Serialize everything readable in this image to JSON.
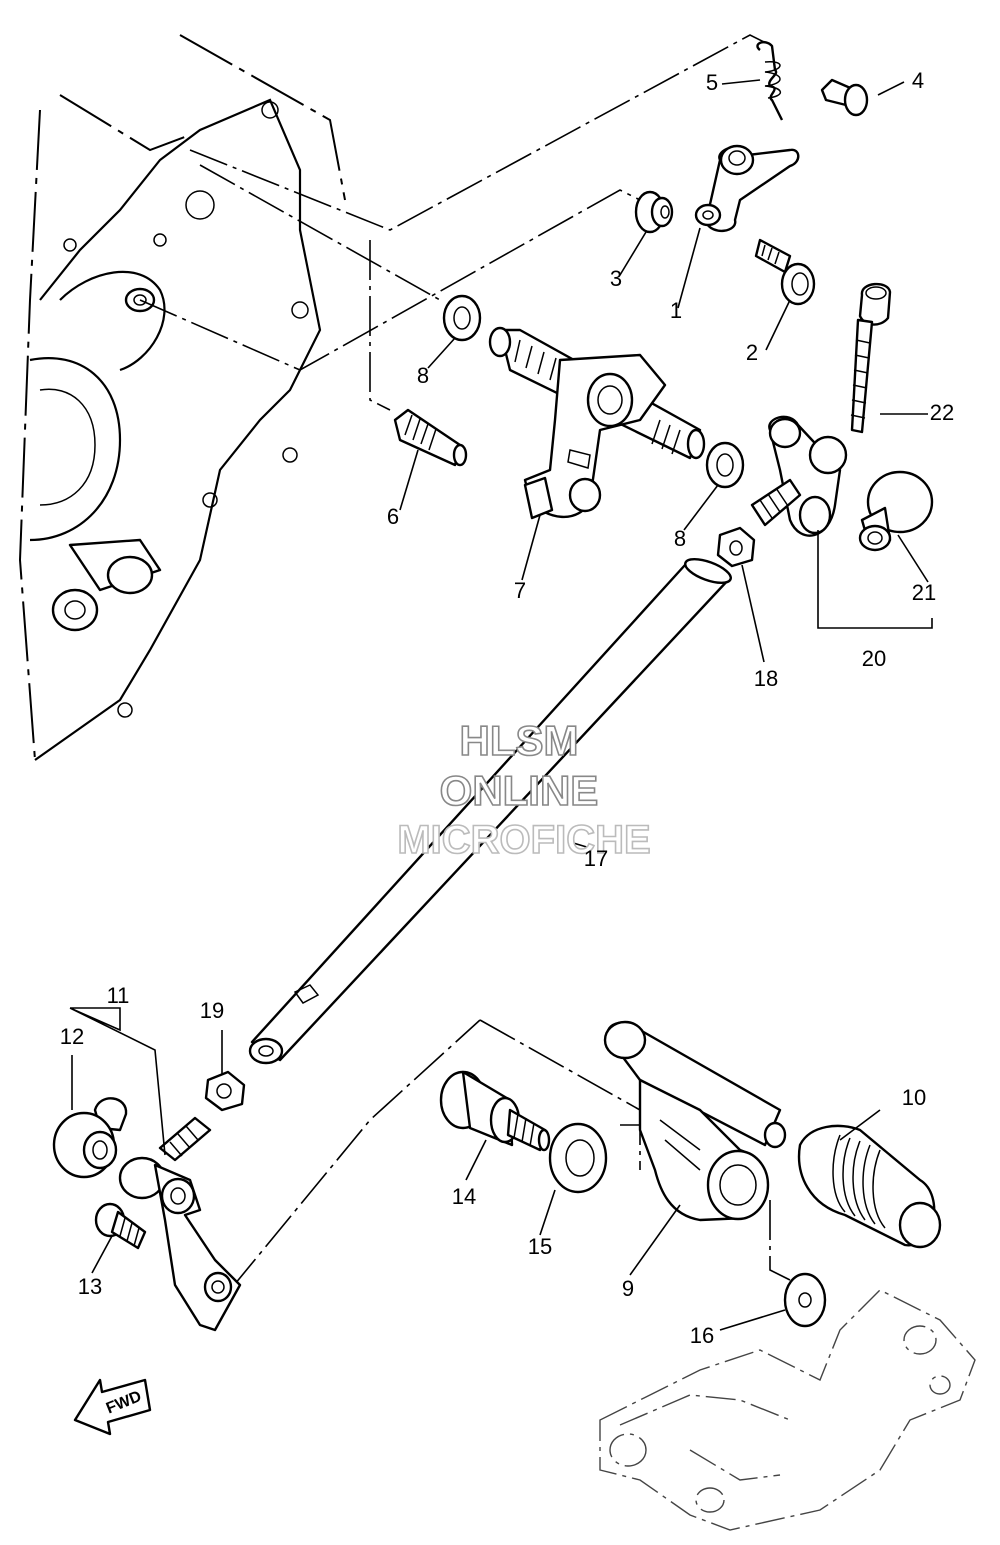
{
  "diagram": {
    "callouts": [
      {
        "id": "1",
        "text": "1"
      },
      {
        "id": "2",
        "text": "2"
      },
      {
        "id": "3",
        "text": "3"
      },
      {
        "id": "4",
        "text": "4"
      },
      {
        "id": "5",
        "text": "5"
      },
      {
        "id": "6",
        "text": "6"
      },
      {
        "id": "7",
        "text": "7"
      },
      {
        "id": "8a",
        "text": "8"
      },
      {
        "id": "8b",
        "text": "8"
      },
      {
        "id": "9",
        "text": "9"
      },
      {
        "id": "10",
        "text": "10"
      },
      {
        "id": "11",
        "text": "11"
      },
      {
        "id": "12",
        "text": "12"
      },
      {
        "id": "13",
        "text": "13"
      },
      {
        "id": "14",
        "text": "14"
      },
      {
        "id": "15",
        "text": "15"
      },
      {
        "id": "16",
        "text": "16"
      },
      {
        "id": "17",
        "text": "17"
      },
      {
        "id": "18",
        "text": "18"
      },
      {
        "id": "19",
        "text": "19"
      },
      {
        "id": "20",
        "text": "20"
      },
      {
        "id": "21",
        "text": "21"
      },
      {
        "id": "22",
        "text": "22"
      }
    ],
    "direction_label": "FWD",
    "watermark": {
      "line1": "HLSM",
      "line2": "ONLINE",
      "line3": "MICROFICHE"
    }
  }
}
